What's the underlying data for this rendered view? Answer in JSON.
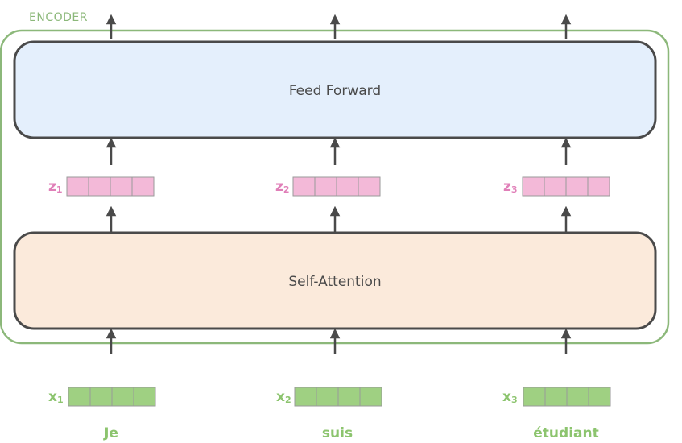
{
  "encoder": {
    "label": "ENCODER"
  },
  "blocks": {
    "feed_forward": {
      "label": "Feed Forward",
      "color": "#e4effc"
    },
    "self_attention": {
      "label": "Self-Attention",
      "color": "#fbeadb"
    }
  },
  "z_vectors": [
    {
      "base": "z",
      "sub": "1"
    },
    {
      "base": "z",
      "sub": "2"
    },
    {
      "base": "z",
      "sub": "3"
    }
  ],
  "x_vectors": [
    {
      "base": "x",
      "sub": "1"
    },
    {
      "base": "x",
      "sub": "2"
    },
    {
      "base": "x",
      "sub": "3"
    }
  ],
  "words": [
    "Je",
    "suis",
    "étudiant"
  ],
  "colors": {
    "encoder_border": "#8cb87a",
    "z_fill": "#f3b9d8",
    "x_fill": "#9fd082",
    "arrow": "#4a4a4a"
  }
}
